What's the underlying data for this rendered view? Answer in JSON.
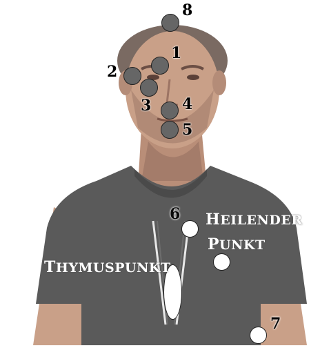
{
  "points": {
    "p1": "1",
    "p2": "2",
    "p3": "3",
    "p4": "4",
    "p5": "5",
    "p6": "6",
    "p7": "7",
    "p8": "8"
  },
  "labels": {
    "heilender_line1_initial": "H",
    "heilender_line1_rest": "EILENDER",
    "heilender_line2_initial": "P",
    "heilender_line2_rest": "UNKT",
    "thymus_initial": "T",
    "thymus_rest": "HYMUSPUNKT"
  },
  "colors": {
    "point_dark": "#666666",
    "point_light": "#ffffff",
    "shirt": "#5a5a5a",
    "skin": "#c9a088",
    "skin_shadow": "#9c7464",
    "hair": "#7a6a62"
  }
}
